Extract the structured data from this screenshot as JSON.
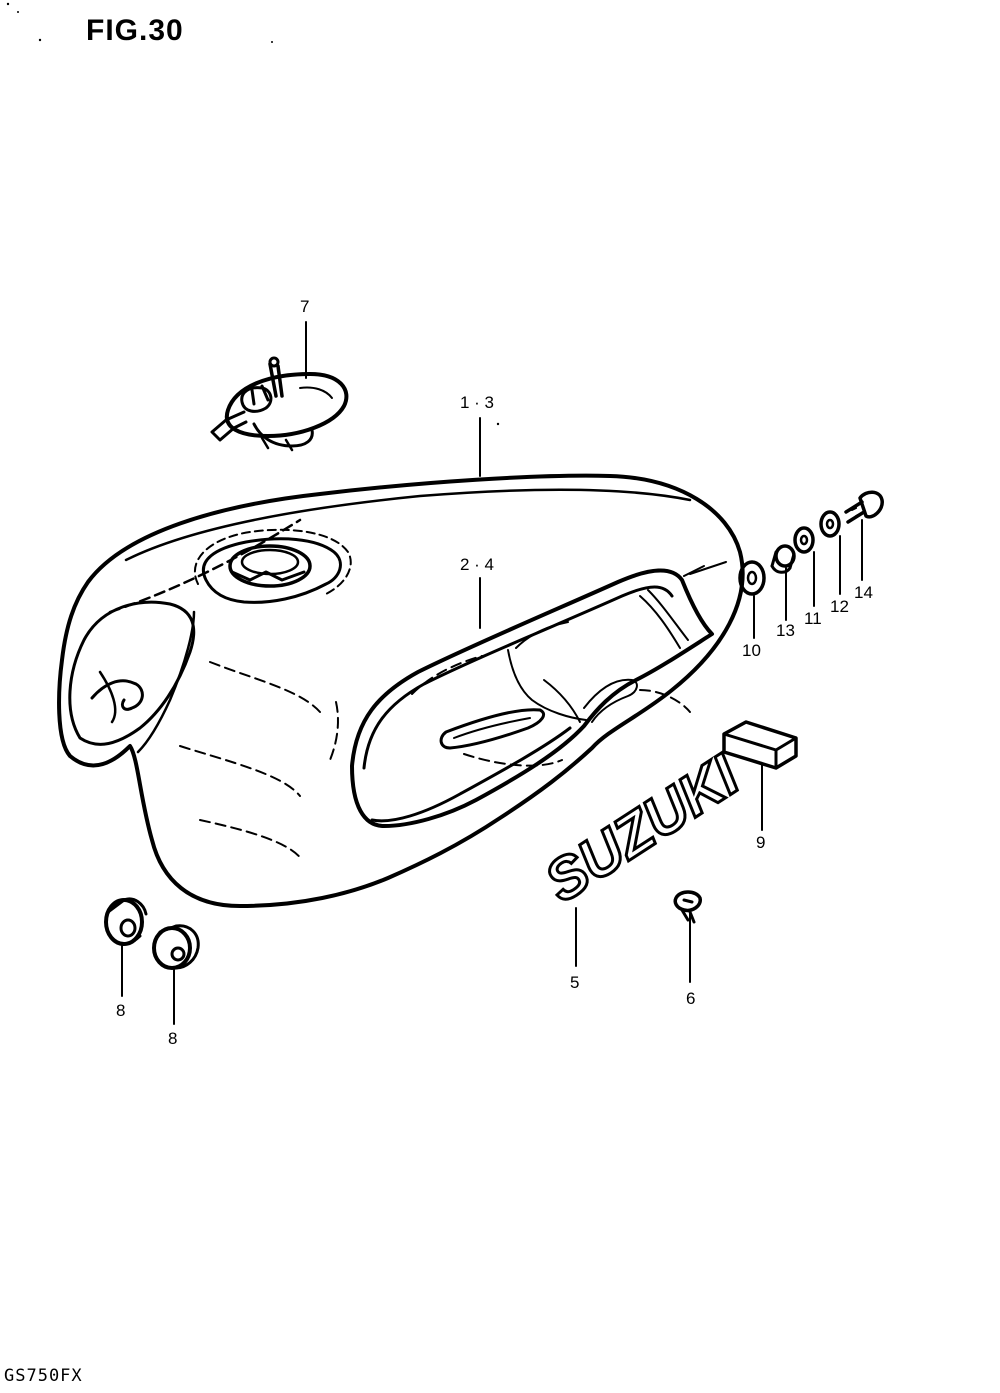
{
  "figure": {
    "title": "FIG.30",
    "model_code": "GS750FX"
  },
  "callouts": [
    {
      "id": "c-1-3",
      "label": "1 · 3"
    },
    {
      "id": "c-2-4",
      "label": "2 · 4"
    },
    {
      "id": "c-7",
      "label": "7"
    },
    {
      "id": "c-10",
      "label": "10"
    },
    {
      "id": "c-13",
      "label": "13"
    },
    {
      "id": "c-11",
      "label": "11"
    },
    {
      "id": "c-12",
      "label": "12"
    },
    {
      "id": "c-14",
      "label": "14"
    },
    {
      "id": "c-9",
      "label": "9"
    },
    {
      "id": "c-5",
      "label": "5"
    },
    {
      "id": "c-6",
      "label": "6"
    },
    {
      "id": "c-8a",
      "label": "8"
    },
    {
      "id": "c-8b",
      "label": "8"
    }
  ],
  "emblem": {
    "text": "SUZUKI"
  }
}
